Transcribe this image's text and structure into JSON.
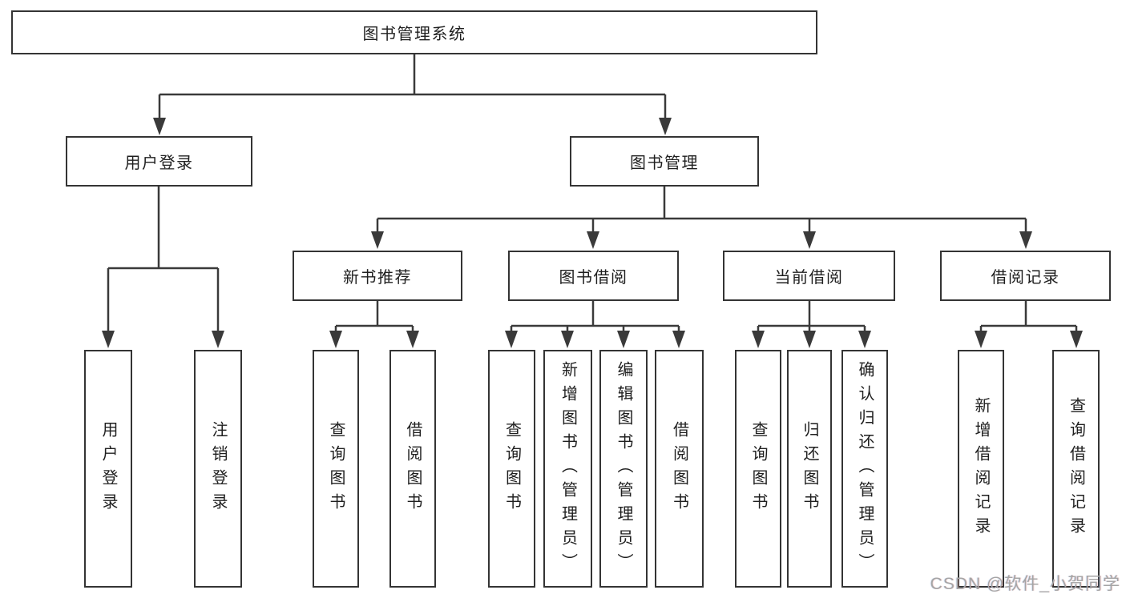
{
  "tree": {
    "label": "图书管理系统",
    "children": [
      {
        "label": "用户登录",
        "children": [
          {
            "label": "用户登录"
          },
          {
            "label": "注销登录"
          }
        ]
      },
      {
        "label": "图书管理",
        "children": [
          {
            "label": "新书推荐",
            "children": [
              {
                "label": "查询图书"
              },
              {
                "label": "借阅图书"
              }
            ]
          },
          {
            "label": "图书借阅",
            "children": [
              {
                "label": "查询图书"
              },
              {
                "label": "新增图书（管理员）"
              },
              {
                "label": "编辑图书（管理员）"
              },
              {
                "label": "借阅图书"
              }
            ]
          },
          {
            "label": "当前借阅",
            "children": [
              {
                "label": "查询图书"
              },
              {
                "label": "归还图书"
              },
              {
                "label": "确认归还（管理员）"
              }
            ]
          },
          {
            "label": "借阅记录",
            "children": [
              {
                "label": "新增借阅记录"
              },
              {
                "label": "查询借阅记录"
              }
            ]
          }
        ]
      }
    ]
  },
  "watermark": {
    "text": "CSDN @软件_小贺同学"
  },
  "colors": {
    "background": "#ffffff",
    "line": "#3a3a3a",
    "box_border": "#343434",
    "text": "#1f1f1f",
    "watermark": "#a5a5a5"
  }
}
